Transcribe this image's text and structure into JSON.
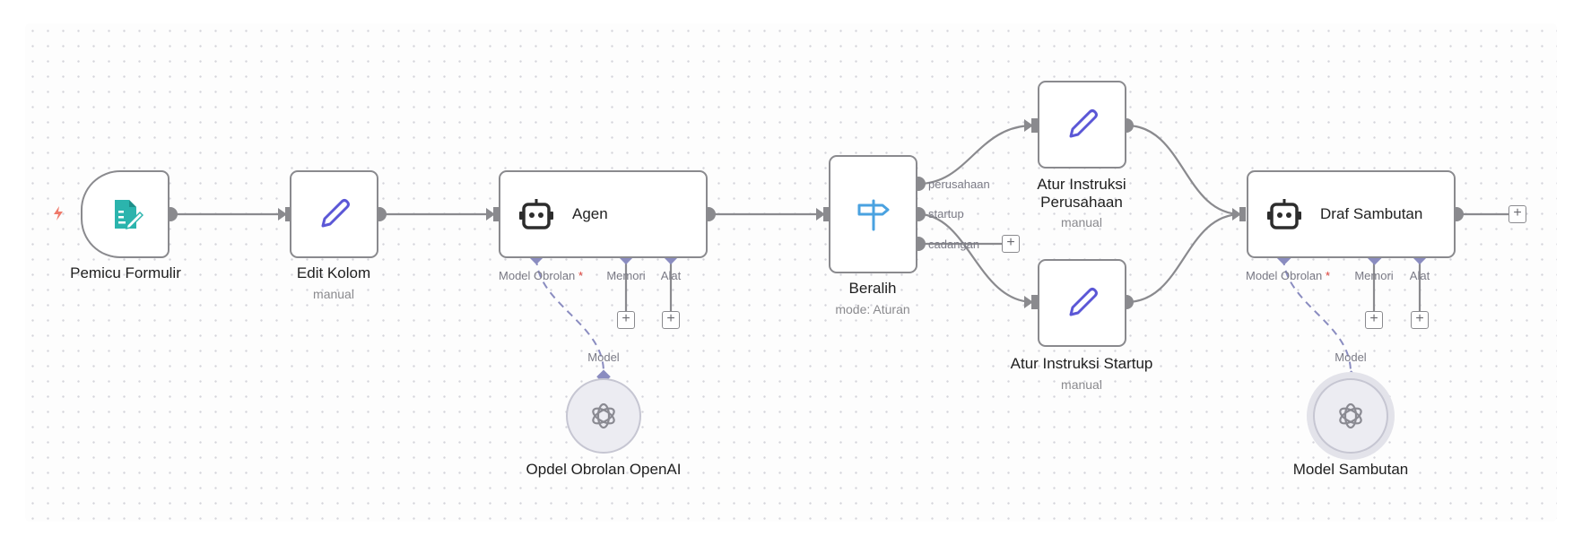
{
  "colors": {
    "accent": "#5b57d6",
    "teal": "#2bb4ad",
    "sign": "#4aa2e0",
    "wire": "#8a8a8e",
    "sub_port": "#8a8cc0",
    "required": "#e2453c"
  },
  "nodes": {
    "form_trigger": {
      "label": "Pemicu Formulir",
      "icon": "form-icon"
    },
    "edit_columns": {
      "label": "Edit Kolom",
      "subtitle": "manual",
      "icon": "pencil-icon"
    },
    "agent": {
      "title": "Agen",
      "icon": "robot-icon",
      "ports": {
        "chat_model": "Model Obrolan",
        "required_mark": "*",
        "memory": "Memori",
        "tool": "Alat"
      }
    },
    "openai_model": {
      "label": "Opdel Obrolan OpenAI",
      "port": "Model",
      "icon": "openai-icon"
    },
    "switch": {
      "label": "Beralih",
      "subtitle": "mode: Aturan",
      "icon": "signpost-icon",
      "outputs": [
        "perusahaan",
        "startup",
        "cadangan"
      ]
    },
    "set_company": {
      "label_line1": "Atur Instruksi",
      "label_line2": "Perusahaan",
      "subtitle": "manual",
      "icon": "pencil-icon"
    },
    "set_startup": {
      "label": "Atur Instruksi Startup",
      "subtitle": "manual",
      "icon": "pencil-icon"
    },
    "draft_welcome": {
      "title": "Draf Sambutan",
      "icon": "robot-icon",
      "ports": {
        "chat_model": "Model Obrolan",
        "required_mark": "*",
        "memory": "Memori",
        "tool": "Alat"
      }
    },
    "welcome_model": {
      "label": "Model Sambutan",
      "port": "Model",
      "icon": "openai-icon"
    }
  },
  "plus_symbol": "+"
}
